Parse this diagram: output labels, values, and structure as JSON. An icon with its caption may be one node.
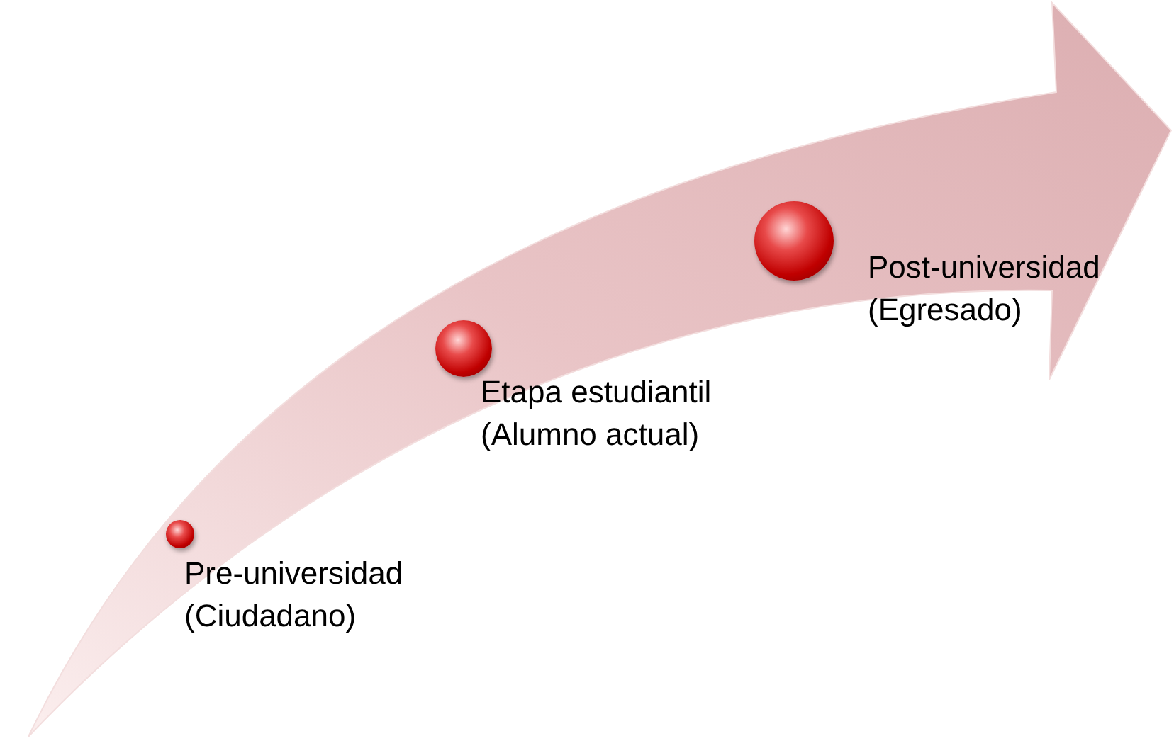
{
  "diagram": {
    "nodes": [
      {
        "text": [],
        "shape": "circle",
        "beside": [
          "Pre-universidad (Ciudadano)"
        ]
      },
      {
        "text": [],
        "shape": "circle",
        "beside": [
          "Etapa estudiantil (Alumno actual)"
        ]
      },
      {
        "text": [],
        "shape": "circle",
        "beside": [
          "Post-universidad (Egresado)"
        ]
      }
    ]
  }
}
